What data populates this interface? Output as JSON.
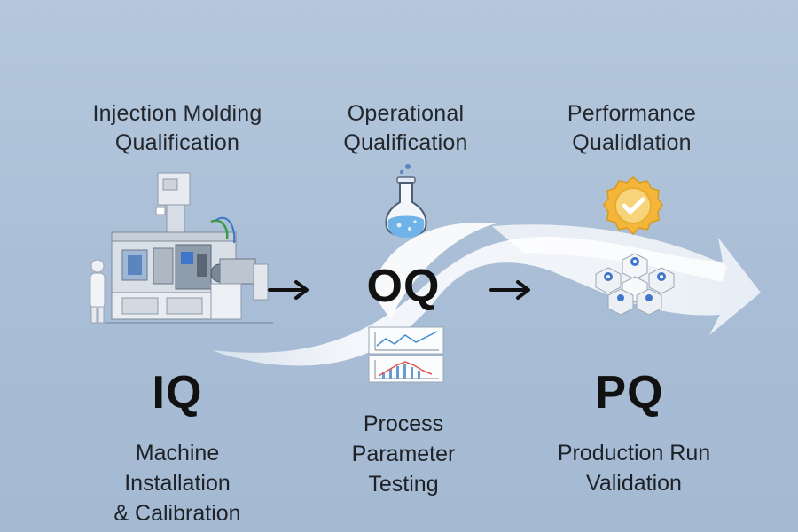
{
  "stages": [
    {
      "code": "IQ",
      "title_lines": [
        "Injection Molding",
        "Qualification"
      ],
      "desc_lines": [
        "Machine",
        "Installation",
        "& Calibration"
      ],
      "icon": "injection-molding-machine"
    },
    {
      "code": "OQ",
      "title_lines": [
        "Operational",
        "Qualification"
      ],
      "desc_lines": [
        "Process",
        "Parameter",
        "Testing"
      ],
      "icon": "flask-and-line-chart"
    },
    {
      "code": "PQ",
      "title_lines": [
        "Performance",
        "Qualidlation"
      ],
      "desc_lines": [
        "Production Run",
        "Validation"
      ],
      "icon": "certified-badge-and-cubes"
    }
  ],
  "connectors": [
    "arrow-right",
    "arrow-right",
    "flow-arrow"
  ],
  "colors": {
    "background": "#aec2d8",
    "flow_ribbon": "#f4f7fb",
    "badge_gold": "#f3b63b",
    "accent_blue": "#3f76c9",
    "text": "#1c1e22"
  }
}
